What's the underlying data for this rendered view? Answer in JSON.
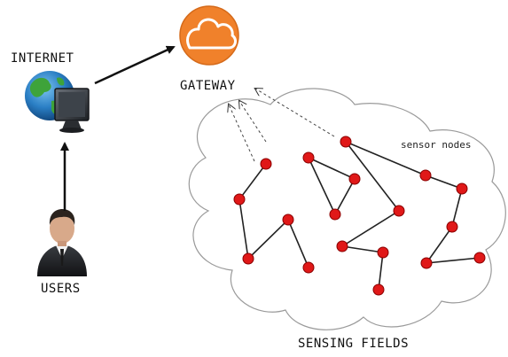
{
  "labels": {
    "internet": "INTERNET",
    "gateway": "GATEWAY",
    "users": "USERS",
    "sensor_nodes": "sensor nodes",
    "sensing_fields": "SENSING FIELDS"
  },
  "icons": {
    "gateway": "cloud-icon",
    "internet": "globe-monitor-icon",
    "users": "user-avatar-icon"
  },
  "colors": {
    "gateway_fill": "#f0812b",
    "node_fill": "#e01818",
    "node_stroke": "#8a0000",
    "link": "#222222"
  }
}
